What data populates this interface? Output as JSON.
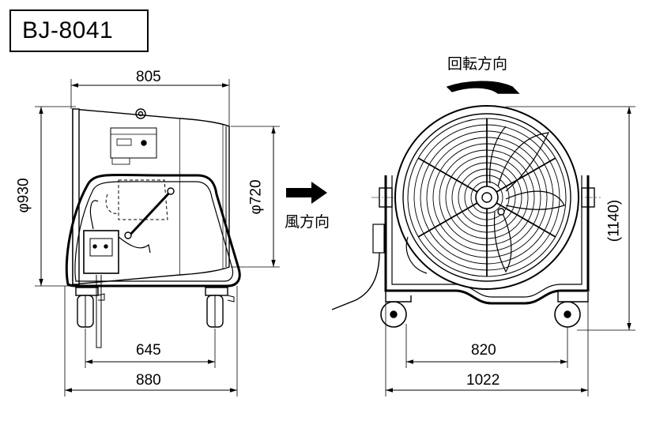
{
  "model": "BJ-8041",
  "side_view": {
    "depth": "805",
    "housing_diameter": "φ930",
    "outlet_diameter": "φ720",
    "caster_pitch": "645",
    "frame_width": "880"
  },
  "front_view": {
    "rotation_direction": "回転方向",
    "height": "(1140)",
    "caster_pitch": "820",
    "frame_width": "1022"
  },
  "airflow_direction": "風方向"
}
